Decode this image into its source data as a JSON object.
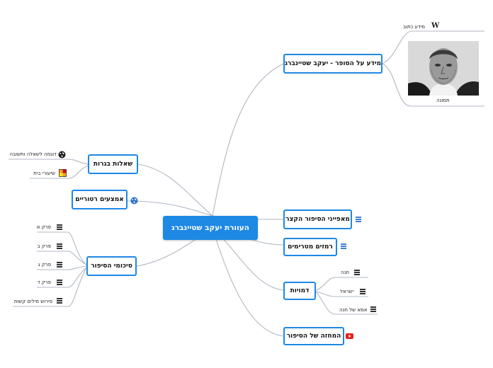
{
  "central": {
    "title": "העוורת יעקב שטיינברג"
  },
  "right": {
    "author_info": {
      "label": "מידע על הסופר - יעקב שטיינברג",
      "written_info_label": "מידע כתוב",
      "wiki_glyph": "W",
      "image_caption": "תמונה"
    },
    "characteristics": {
      "label": "מאפייני הסיפור הקצר"
    },
    "motifs": {
      "label": "רמזים מטרימים"
    },
    "characters": {
      "label": "דמויות",
      "items": [
        "חנה",
        "ישראל",
        "אמא של חנה"
      ]
    },
    "play": {
      "label": "המחזה של הסיפור"
    }
  },
  "left": {
    "matriculation": {
      "label": "שאלות בגרות",
      "items": [
        "דוגמה לשאלה ותשובה",
        "שיעורי בית"
      ]
    },
    "visual_media": {
      "label": "אמצעים רטוריים"
    },
    "summary": {
      "label": "סיכומי הסיפור",
      "items": [
        "פרק א",
        "פרק ב",
        "פרק ג",
        "פרק ד",
        "פירוש מילים קשות"
      ]
    }
  },
  "colors": {
    "accent": "#1e88e5",
    "connector": "#b0b8c4",
    "youtube": "#e62117"
  },
  "icons": {
    "menu": "notes-icon",
    "globe": "globe-icon",
    "homework": "homework-icon",
    "wikipedia": "wikipedia-icon",
    "youtube": "youtube-icon"
  }
}
